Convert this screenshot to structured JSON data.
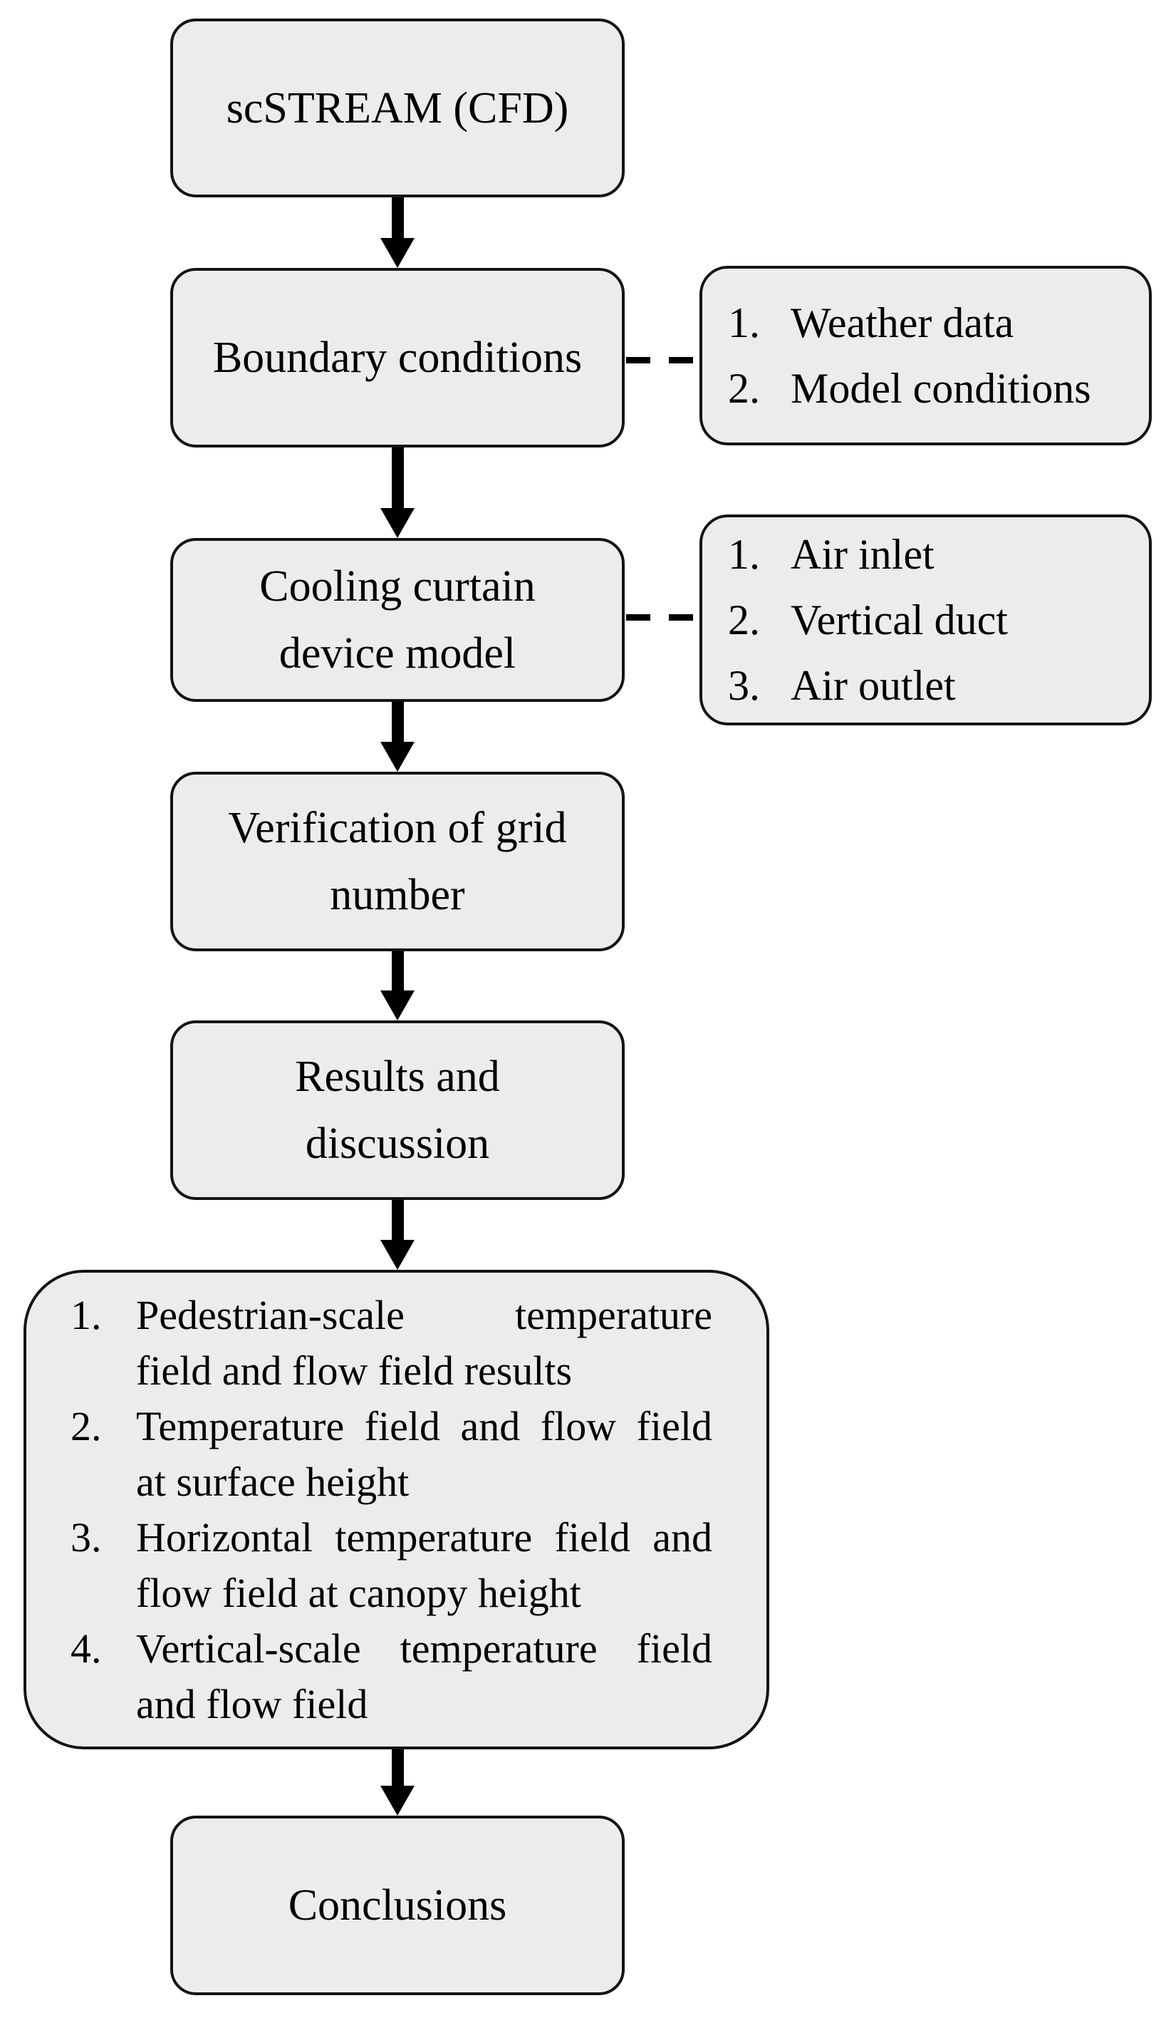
{
  "flow_nodes": {
    "scstream": "scSTREAM (CFD)",
    "boundary": "Boundary conditions",
    "cooling": "Cooling curtain\ndevice model",
    "grid": "Verification of grid\nnumber",
    "results": "Results and\ndiscussion",
    "conclusions": "Conclusions"
  },
  "side_notes": [
    {
      "items": [
        {
          "num": "1.",
          "text": "Weather data"
        },
        {
          "num": "2.",
          "text": "Model conditions"
        }
      ]
    },
    {
      "items": [
        {
          "num": "1.",
          "text": "Air inlet"
        },
        {
          "num": "2.",
          "text": "Vertical duct"
        },
        {
          "num": "3.",
          "text": "Air outlet"
        }
      ]
    }
  ],
  "results_detail": {
    "items": [
      {
        "num": "1.",
        "text": "Pedestrian-scale temperature field and flow field results",
        "lines": [
          {
            "t": "Pedestrian-scale temperature"
          },
          {
            "t": "field and flow field results"
          }
        ]
      },
      {
        "num": "2.",
        "text": "Temperature field and flow field at surface height",
        "lines": [
          {
            "t": "Temperature field and flow field"
          },
          {
            "t": "at surface height"
          }
        ]
      },
      {
        "num": "3.",
        "text": "Horizontal temperature field and flow field at canopy height",
        "lines": [
          {
            "t": "Horizontal temperature field and"
          },
          {
            "t": "flow field at canopy height"
          }
        ]
      },
      {
        "num": "4.",
        "text": "Vertical-scale temperature field and flow field",
        "lines": [
          {
            "t": "Vertical-scale temperature field"
          },
          {
            "t": "and flow field"
          }
        ]
      }
    ]
  },
  "colors": {
    "node_fill": "#ececec",
    "node_border": "#141414",
    "connector": "#000000"
  }
}
